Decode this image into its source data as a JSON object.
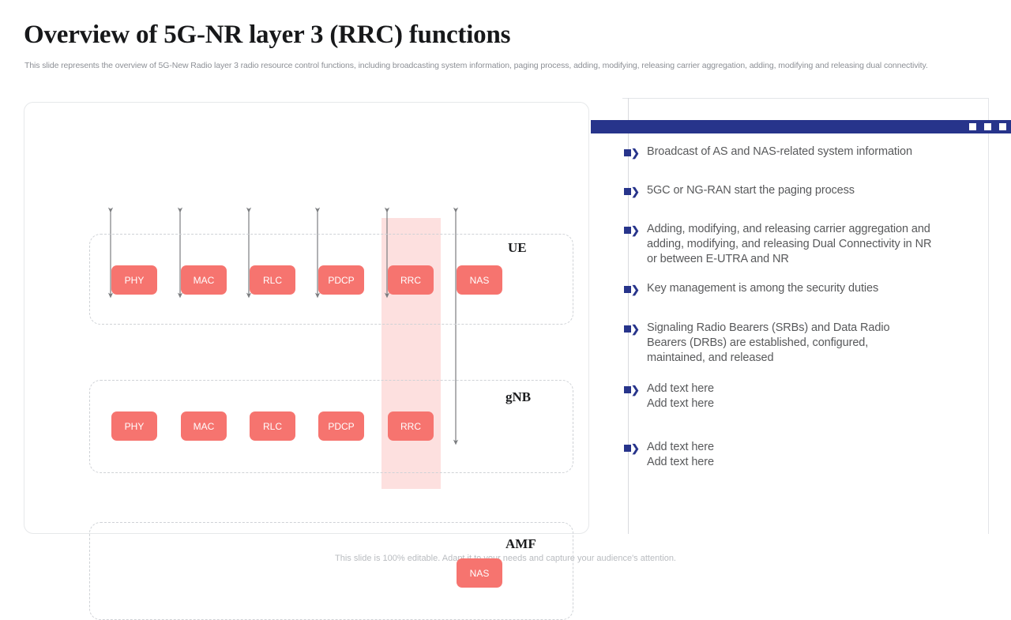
{
  "header": {
    "title": "Overview of 5G-NR layer 3 (RRC) functions",
    "subtitle": "This slide represents the overview of 5G-New Radio layer 3 radio resource control functions, including broadcasting system information, paging process, adding, modifying, releasing carrier aggregation, adding, modifying and releasing dual connectivity."
  },
  "diagram": {
    "highlight_color": "#fde0df",
    "box_color": "#f6746f",
    "groups": [
      {
        "id": "ue",
        "label": "UE",
        "boxes": [
          "PHY",
          "MAC",
          "RLC",
          "PDCP",
          "RRC",
          "NAS"
        ]
      },
      {
        "id": "gnb",
        "label": "gNB",
        "boxes": [
          "PHY",
          "MAC",
          "RLC",
          "PDCP",
          "RRC"
        ]
      },
      {
        "id": "amf",
        "label": "AMF",
        "boxes": [
          "NAS"
        ]
      }
    ]
  },
  "right_panel": {
    "accent_color": "#27348b",
    "bullets": [
      {
        "lines": [
          "Broadcast of AS and NAS-related system information"
        ]
      },
      {
        "lines": [
          "5GC or NG-RAN start the paging process"
        ]
      },
      {
        "lines": [
          "Adding, modifying, and releasing carrier aggregation and",
          "adding, modifying, and releasing Dual Connectivity in NR",
          "or between E-UTRA and NR"
        ]
      },
      {
        "lines": [
          "Key management is among the security duties"
        ]
      },
      {
        "lines": [
          "Signaling Radio Bearers (SRBs) and Data Radio",
          "Bearers (DRBs) are established, configured,",
          "maintained, and released"
        ]
      },
      {
        "lines": [
          "Add text here",
          "Add text here"
        ]
      },
      {
        "lines": [
          "Add text here",
          "Add text here"
        ]
      }
    ]
  },
  "footer": {
    "note": "This slide is 100% editable. Adapt it to your needs and capture your audience's attention."
  }
}
